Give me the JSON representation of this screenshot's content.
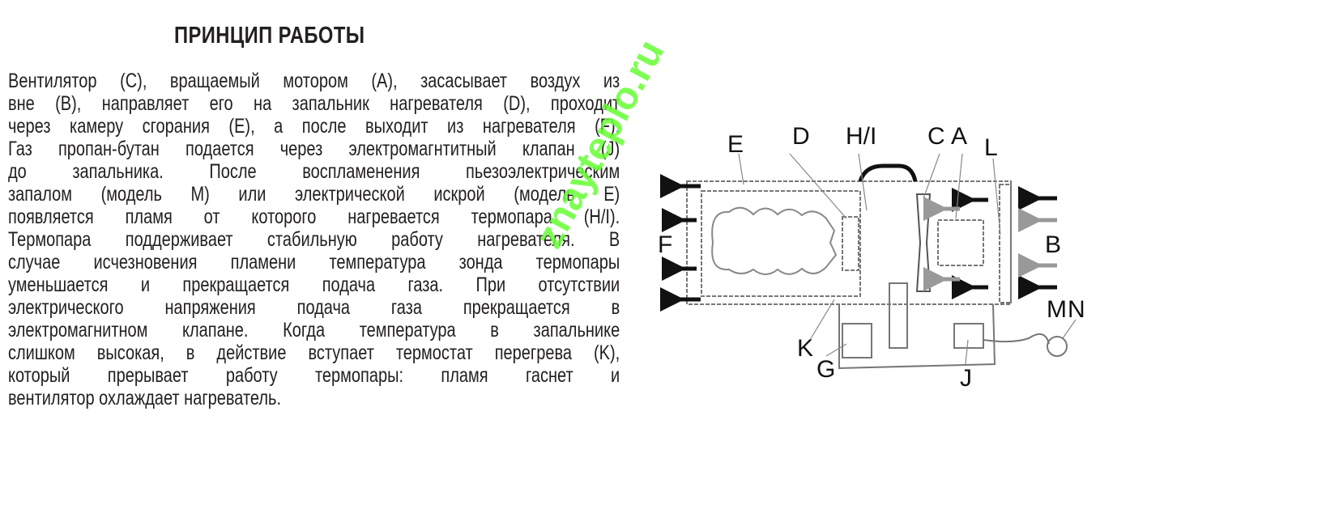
{
  "title": "ПРИНЦИП РАБОТЫ",
  "body_lines": [
    "Вентилятор (C), вращаемый мотором (A), засасывает воздух из",
    "вне (B), направляет его на запальник нагревателя (D), проходит",
    "через камеру сгорания (E), а после выходит из нагревателя (F).",
    "Газ пропан-бутан подается через электромагнтитный клапан (J)",
    "до запальника. После воспламенения пьезоэлектрическим",
    "запалом (модель M) или электрической искрой (модель E)",
    "появляется пламя от которого нагревается термопара (H/I).",
    "Термопара поддерживает стабильную работу нагревателя. В",
    "случае исчезновения пламени температура зонда термопары",
    "уменьшается и прекращается подача газа. При отсутствии",
    "электрического напряжения подача газа прекращается в",
    "электромагнитном клапане. Когда температура в запальнике",
    "слишком высокая, в действие вступает термостат перегрева (K),",
    "который прерывает работу термопары: пламя гаснет и",
    "вентилятор охлаждает нагреватель."
  ],
  "diagram": {
    "labels": {
      "E": "E",
      "D": "D",
      "HI": "H/I",
      "C": "C",
      "A": "A",
      "L": "L",
      "F": "F",
      "B": "B",
      "M": "M",
      "N": "N",
      "K": "K",
      "G": "G",
      "J": "J"
    }
  },
  "watermark": "znayteplo.ru",
  "colors": {
    "text": "#231f20",
    "watermark": "#66ff33"
  }
}
